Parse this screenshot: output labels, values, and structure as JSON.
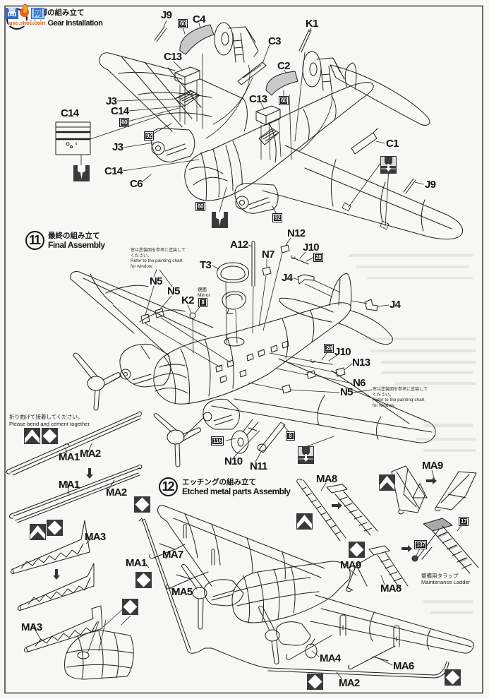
{
  "watermark": {
    "char_left": "高",
    "char_right": "网",
    "site": "gao.shou.com",
    "colors": {
      "blue": "#2f6cc4",
      "orange": "#e8631c"
    }
  },
  "step10": {
    "heading_jp": "主脚の組み立て",
    "heading_en": "Main Gear Installation",
    "parts": [
      "J9",
      "C4",
      "K1",
      "C3",
      "C13",
      "C2",
      "C13",
      "J3",
      "C14",
      "C14",
      "J3",
      "C14",
      "C6",
      "C1",
      "J9"
    ],
    "color_refs": [
      "60",
      "60",
      "60",
      "92",
      "60",
      "92"
    ]
  },
  "step11": {
    "number": "11",
    "heading_jp": "最終の組み立て",
    "heading_en": "Final Assembly",
    "parts": [
      "T3",
      "A12",
      "N12",
      "N7",
      "J10",
      "J4",
      "J4",
      "N5",
      "N5",
      "K2",
      "J10",
      "N13",
      "N6",
      "N5",
      "N10",
      "N11"
    ],
    "color_refs": [
      "28",
      "8",
      "28",
      "116",
      "8"
    ],
    "mirror": {
      "jp": "鏡面",
      "en": "Mirror"
    },
    "window_note": {
      "jp_lines": [
        "窓は塗装図を参考に塗装して",
        "ください。"
      ],
      "en_lines": [
        "Refer to the painting chart",
        "for window."
      ]
    }
  },
  "bend_note": {
    "jp": "折り曲げて接着してください。",
    "en": "Please bend and cement together."
  },
  "step12": {
    "number": "12",
    "heading_jp": "エッチングの組み立て",
    "heading_en": "Etched metal parts Assembly",
    "parts": [
      "MA1",
      "MA2",
      "MA1",
      "MA2",
      "MA3",
      "MA3",
      "MA7",
      "MA1",
      "MA5",
      "MA8",
      "MA9",
      "MA9",
      "MA8",
      "MA4",
      "MA6",
      "MA2"
    ],
    "color_refs": [
      "17",
      "137"
    ],
    "ladder": {
      "jp": "整備用タラップ",
      "en": "Maintenance Ladder"
    }
  },
  "symbols": {
    "cement": "cement-icon",
    "drill": "drill-hole-icon",
    "fold": "valley-fold-icon",
    "bend": "diamond-bend-icon",
    "arrow": "assembly-arrow-icon"
  },
  "colors": {
    "ink": "#161616",
    "paper": "#f7f7f5",
    "symbol_fill": "#3a3a3a",
    "part_shading": "#c9c9c9"
  }
}
